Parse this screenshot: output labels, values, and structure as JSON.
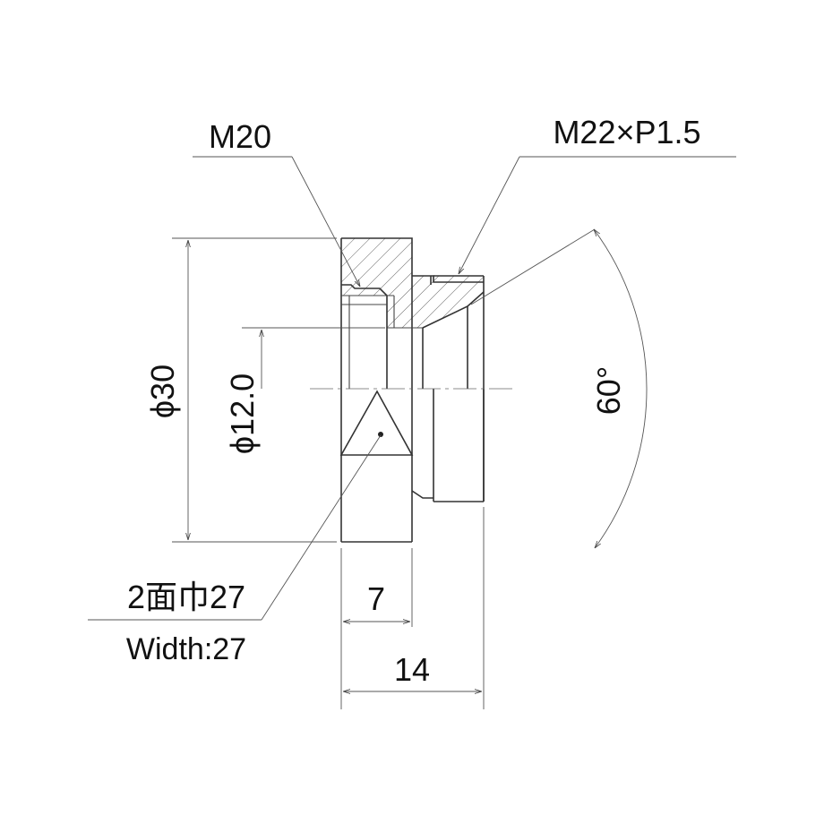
{
  "labels": {
    "m20": "M20",
    "m22": "M22×P1.5",
    "phi30": "ϕ30",
    "phi12": "ϕ12.0",
    "angle": "60°",
    "dim7": "7",
    "dim14": "14",
    "width_jp": "2面巾27",
    "width_en": "Width:27"
  },
  "colors": {
    "line": "#333333",
    "hatch": "#555555",
    "text": "#111111"
  }
}
